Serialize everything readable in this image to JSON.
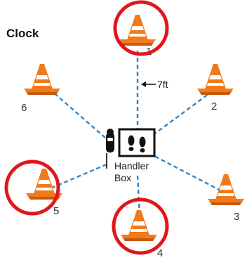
{
  "title": "Clock",
  "distance_label": "7ft",
  "handler_box_label": [
    "Handler",
    "Box"
  ],
  "cones": [
    {
      "number": "1",
      "highlighted": true
    },
    {
      "number": "2",
      "highlighted": false
    },
    {
      "number": "3",
      "highlighted": false
    },
    {
      "number": "4",
      "highlighted": true
    },
    {
      "number": "5",
      "highlighted": true
    },
    {
      "number": "6",
      "highlighted": false
    }
  ],
  "colors": {
    "cone": "#F07A1C",
    "cone_dark": "#C65A0C",
    "highlight_ring": "#E3151B",
    "dashed_line": "#2E86C8",
    "text": "#222222"
  },
  "icons": {
    "cone": "traffic-cone-icon",
    "dog": "dog-icon",
    "footprints": "footprints-icon",
    "arrow": "left-arrow-icon"
  }
}
